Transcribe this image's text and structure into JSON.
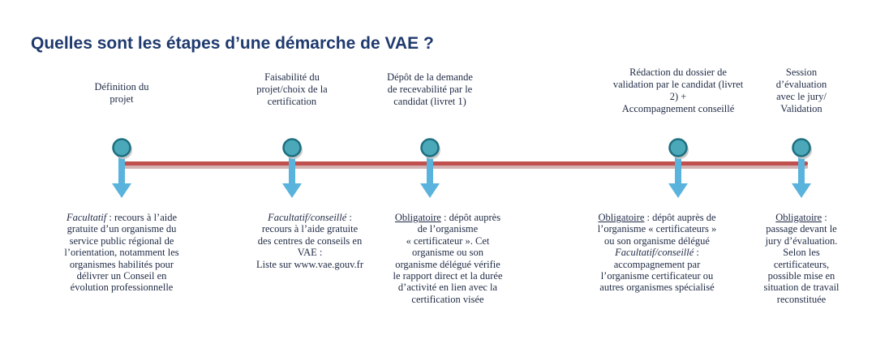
{
  "title": "Quelles sont les étapes d’une démarche de VAE ?",
  "colors": {
    "title": "#1f3a6e",
    "timeline": "#c0504d",
    "circle": "#4aa8b8",
    "circle_ring": "#1e6f80",
    "arrow": "#5ab3dc"
  },
  "steps": [
    {
      "label": "Définition du\nprojet",
      "desc": [
        {
          "i": "Facultatif",
          "t": " : recours à l’aide"
        },
        {
          "t": "gratuite d’un organisme du"
        },
        {
          "t": "service public régional de"
        },
        {
          "t": "l’orientation, notamment les"
        },
        {
          "t": "organismes habilités pour"
        },
        {
          "t": "délivrer un Conseil en"
        },
        {
          "t": "évolution professionnelle"
        }
      ]
    },
    {
      "label": "Faisabilité du\nprojet/choix de la\ncertification",
      "desc": [
        {
          "i": "Facultatif/conseillé",
          "t": " :"
        },
        {
          "t": "recours à l’aide gratuite"
        },
        {
          "t": "des centres de conseils en"
        },
        {
          "t": "VAE :"
        },
        {
          "t": "Liste sur www.vae.gouv.fr"
        }
      ]
    },
    {
      "label": "Dépôt de la demande\nde recevabilité  par le\ncandidat (livret 1)",
      "desc": [
        {
          "u": "Obligatoire",
          "t": " : dépôt auprès"
        },
        {
          "t": "de l’organisme"
        },
        {
          "t": "« certificateur ». Cet"
        },
        {
          "t": "organisme ou son"
        },
        {
          "t": "organisme délégué vérifie"
        },
        {
          "t": "le rapport direct et la durée"
        },
        {
          "t": "d’activité en lien avec la"
        },
        {
          "t": "certification visée"
        }
      ]
    },
    {
      "label": "Rédaction du dossier de\nvalidation  par le candidat (livret\n2) +\nAccompagnement conseillé",
      "desc": [
        {
          "u": "Obligatoire",
          "t": " : dépôt auprès de"
        },
        {
          "t": "l’organisme « certificateurs »"
        },
        {
          "t": "ou son organisme délégué"
        },
        {
          "i": "Facultatif/conseillé",
          "t": " :"
        },
        {
          "t": "accompagnement par"
        },
        {
          "t": "l’organisme certificateur ou"
        },
        {
          "t": "autres organismes spécialisé"
        }
      ]
    },
    {
      "label": "Session\nd’évaluation\navec le jury/\nValidation",
      "desc": [
        {
          "u": "Obligatoire",
          "t": " :"
        },
        {
          "t": "passage devant le"
        },
        {
          "t": "jury d’évaluation."
        },
        {
          "t": "Selon les"
        },
        {
          "t": "certificateurs,"
        },
        {
          "t": "possible mise en"
        },
        {
          "t": "situation de travail"
        },
        {
          "t": "reconstituée"
        }
      ]
    }
  ]
}
